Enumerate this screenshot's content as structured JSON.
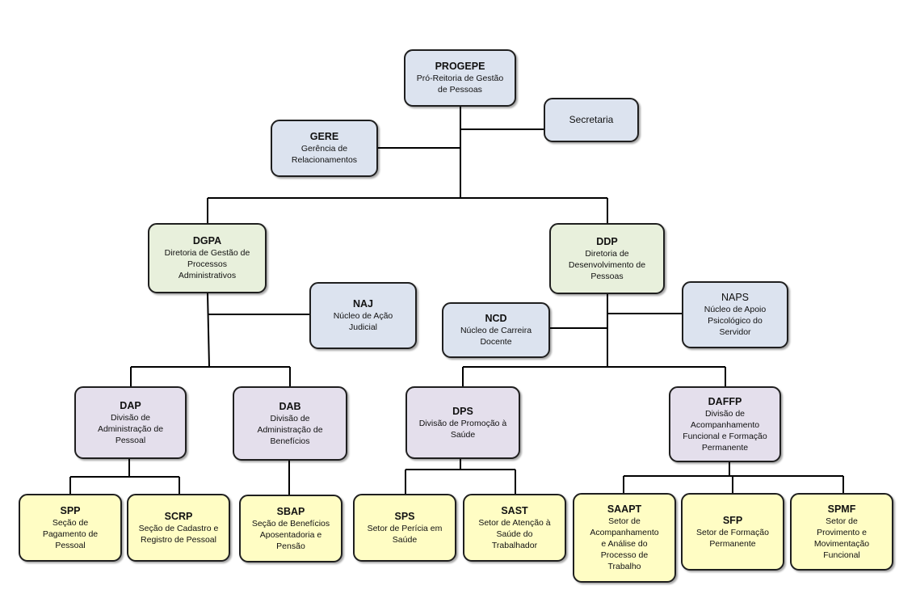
{
  "colors": {
    "blue": "#dce3ef",
    "green": "#e8f0dc",
    "purple": "#e4dfec",
    "yellow": "#fffdc4",
    "line": "#000000"
  },
  "nodes": {
    "progepe": {
      "title": "PROGEPE",
      "desc": "Pró-Reitoria de Gestão\nde Pessoas"
    },
    "secretaria": {
      "title": "Secretaria"
    },
    "gere": {
      "title": "GERE",
      "desc": "Gerência de\nRelacionamentos"
    },
    "dgpa": {
      "title": "DGPA",
      "desc": "Diretoria de Gestão de\nProcessos\nAdministrativos"
    },
    "ddp": {
      "title": "DDP",
      "desc": "Diretoria de\nDesenvolvimento de\nPessoas"
    },
    "naj": {
      "title": "NAJ",
      "desc": "Núcleo de Ação\nJudicial"
    },
    "naps": {
      "title": "NAPS",
      "desc": "Núcleo de Apoio\nPsicológico do\nServidor"
    },
    "ncd": {
      "title": "NCD",
      "desc": "Núcleo de Carreira\nDocente"
    },
    "dap": {
      "title": "DAP",
      "desc": "Divisão de\nAdministração de\nPessoal"
    },
    "dab": {
      "title": "DAB",
      "desc": "Divisão de\nAdministração de\nBenefícios"
    },
    "dps": {
      "title": "DPS",
      "desc": "Divisão de Promoção à\nSaúde"
    },
    "dafpp": {
      "title": "DAFFP",
      "desc": "Divisão de\nAcompanhamento\nFuncional e Formação\nPermanente"
    },
    "spp": {
      "title": "SPP",
      "desc": "Seção de\nPagamento de\nPessoal"
    },
    "scrp": {
      "title": "SCRP",
      "desc": "Seção de Cadastro e\nRegistro de Pessoal"
    },
    "sbap": {
      "title": "SBAP",
      "desc": "Seção de Benefícios\nAposentadoria e\nPensão"
    },
    "sps": {
      "title": "SPS",
      "desc": "Setor de Perícia em\nSaúde"
    },
    "sast": {
      "title": "SAST",
      "desc": "Setor de Atenção à\nSaúde do\nTrabalhador"
    },
    "saapt": {
      "title": "SAAPT",
      "desc": "Setor de\nAcompanhamento\ne Análise do\nProcesso de\nTrabalho"
    },
    "sfp": {
      "title": "SFP",
      "desc": "Setor de Formação\nPermanente"
    },
    "spmf": {
      "title": "SPMF",
      "desc": "Setor de\nProvimento e\nMovimentação\nFuncional"
    }
  }
}
